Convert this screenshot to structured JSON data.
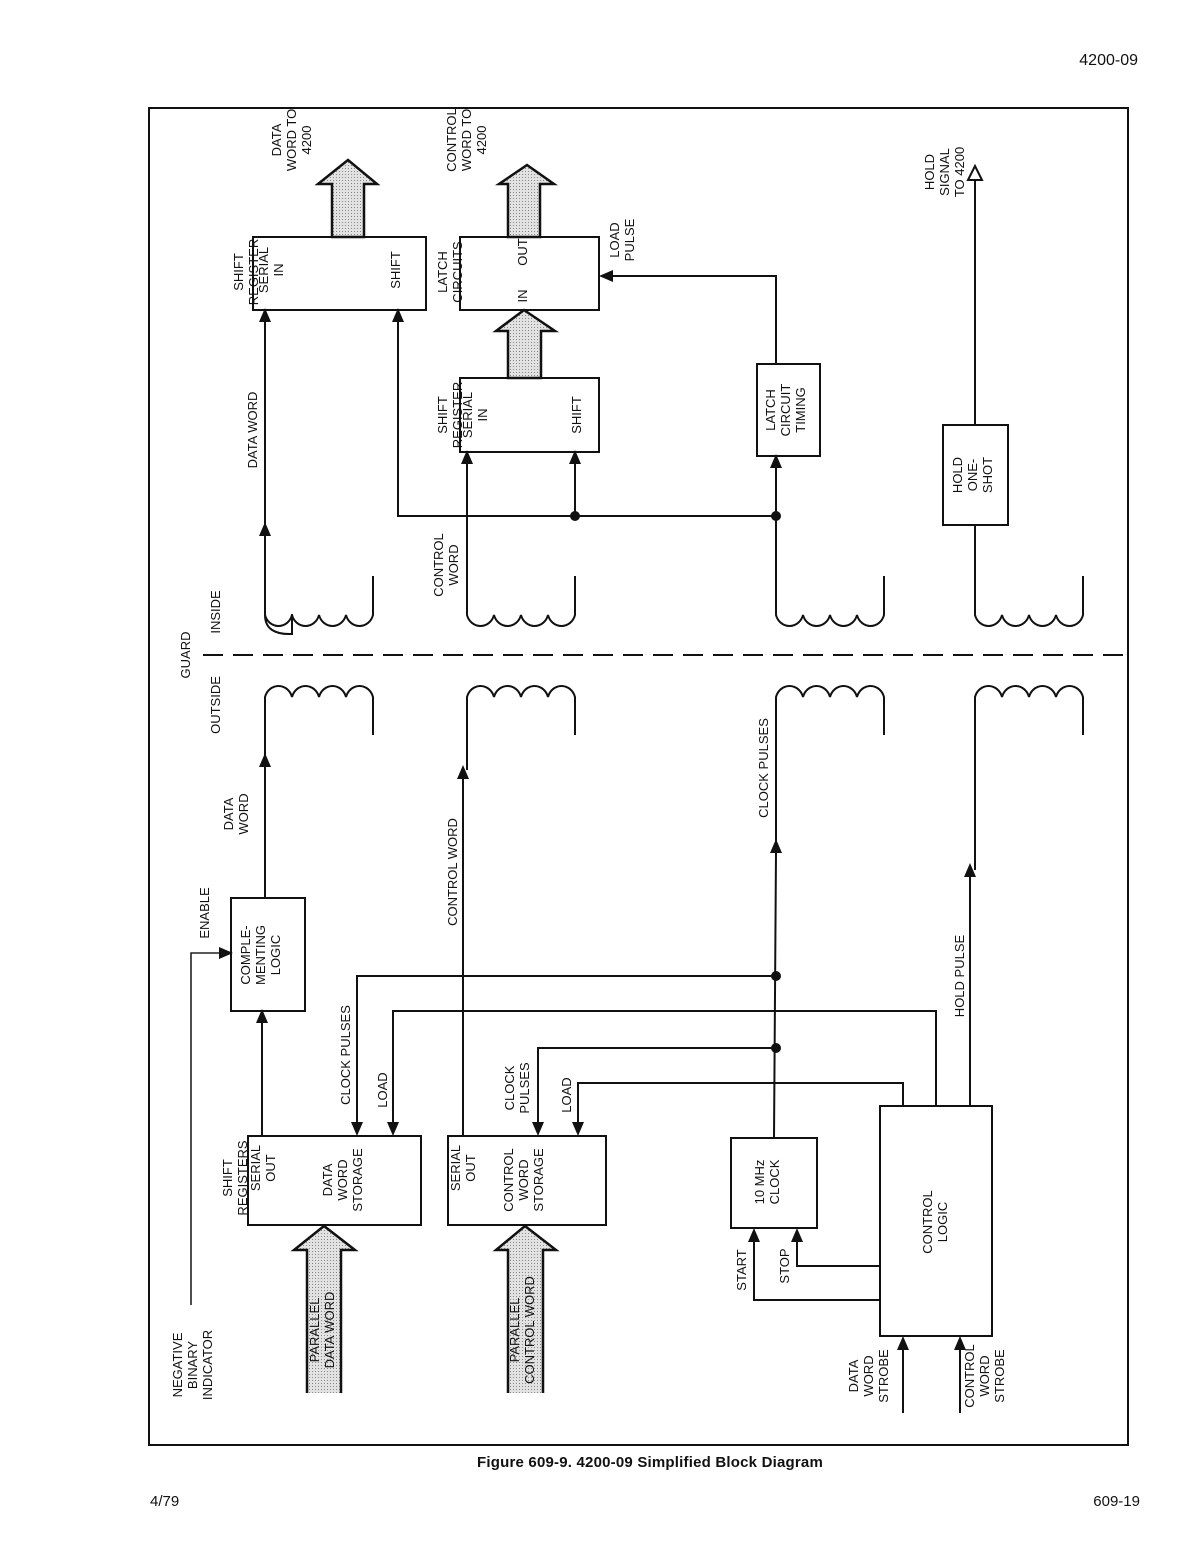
{
  "page": {
    "header_code": "4200-09",
    "caption": "Figure 609-9. 4200-09 Simplified Block Diagram",
    "footer_date": "4/79",
    "footer_page": "609-19"
  },
  "diagram": {
    "guard": {
      "title": "GUARD",
      "inside": "INSIDE",
      "outside": "OUTSIDE"
    },
    "inside": {
      "data_shift_register": {
        "title": [
          "SHIFT",
          "REGISTER"
        ],
        "left_label": [
          "SERIAL",
          "IN"
        ],
        "right_label": "SHIFT"
      },
      "data_word_to_4200": [
        "DATA",
        "WORD TO",
        "4200"
      ],
      "latch_circuits": {
        "title": [
          "LATCH",
          "CIRCUITS"
        ],
        "in_label": "IN",
        "out_label": "OUT"
      },
      "control_word_to_4200": [
        "CONTROL",
        "WORD TO",
        "4200"
      ],
      "load_pulse": [
        "LOAD",
        "PULSE"
      ],
      "control_shift_register": {
        "title": [
          "SHIFT",
          "REGISTER"
        ],
        "left_label": [
          "SERIAL",
          "IN"
        ],
        "right_label": "SHIFT"
      },
      "latch_circuit_timing": [
        "LATCH",
        "CIRCUIT",
        "TIMING"
      ],
      "hold_one_shot": [
        "HOLD",
        "ONE-",
        "SHOT"
      ],
      "hold_signal_to_4200": [
        "HOLD",
        "SIGNAL",
        "TO 4200"
      ],
      "data_word_label": "DATA WORD",
      "control_word_label": [
        "CONTROL",
        "WORD"
      ]
    },
    "outside": {
      "data_word_label": [
        "DATA",
        "WORD"
      ],
      "control_word_label": "CONTROL WORD",
      "clock_pulses_label": "CLOCK PULSES",
      "hold_pulse_label": "HOLD PULSE",
      "enable_label": "ENABLE",
      "complementing_logic": [
        "COMPLE-",
        "MENTING",
        "LOGIC"
      ],
      "negative_binary_indicator": [
        "NEGATIVE",
        "BINARY",
        "INDICATOR"
      ],
      "data_storage": {
        "title": [
          "SHIFT",
          "REGISTERS"
        ],
        "serial_out": [
          "SERIAL",
          "OUT"
        ],
        "body": [
          "DATA",
          "WORD",
          "STORAGE"
        ]
      },
      "control_storage": {
        "serial_out": [
          "SERIAL",
          "OUT"
        ],
        "body": [
          "CONTROL",
          "WORD",
          "STORAGE"
        ]
      },
      "data_clock_pulses": "CLOCK PULSES",
      "data_load": "LOAD",
      "control_clock_pulses": [
        "CLOCK",
        "PULSES"
      ],
      "control_load": "LOAD",
      "parallel_data_word": [
        "PARALLEL",
        "DATA WORD"
      ],
      "parallel_control_word": [
        "PARALLEL",
        "CONTROL WORD"
      ],
      "clock": [
        "10 MHz",
        "CLOCK"
      ],
      "start": "START",
      "stop": "STOP",
      "control_logic": [
        "CONTROL",
        "LOGIC"
      ],
      "data_word_strobe": [
        "DATA",
        "WORD",
        "STROBE"
      ],
      "control_word_strobe": [
        "CONTROL",
        "WORD",
        "STROBE"
      ]
    }
  }
}
